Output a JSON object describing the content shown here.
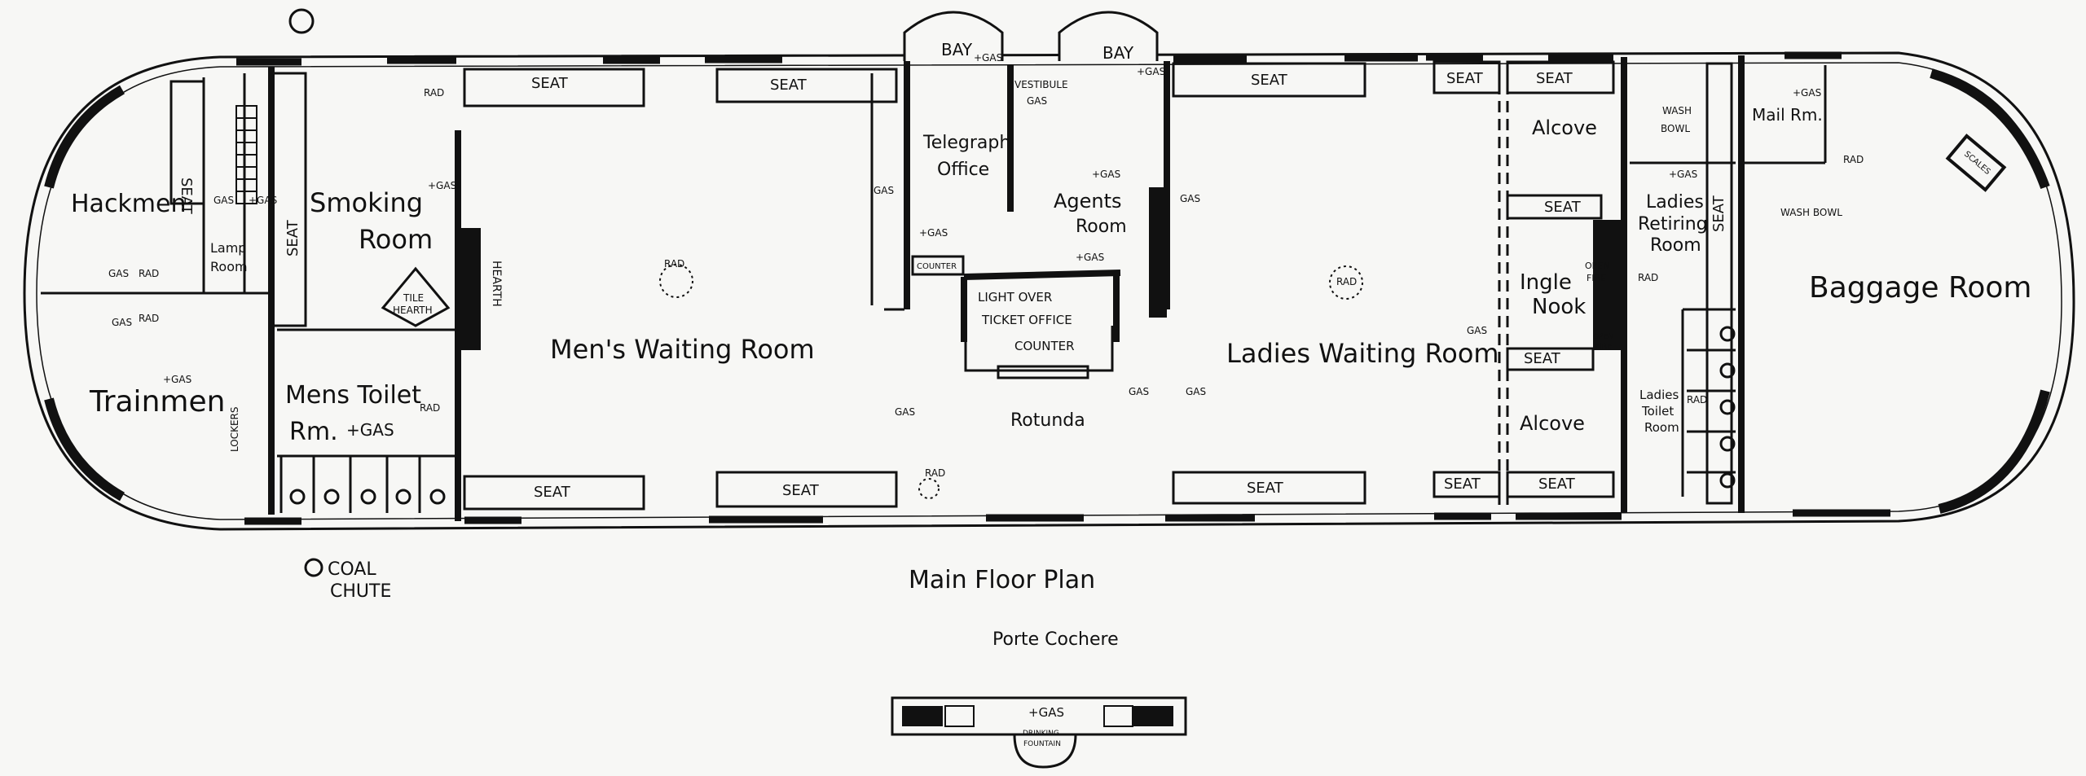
{
  "title": "Main Floor Plan",
  "subtitle": "Porte Cochere",
  "rooms": {
    "hackmen": "Hackmen",
    "trainmen": "Trainmen",
    "lamp_room_1": "Lamp",
    "lamp_room_2": "Room",
    "smoking_room_1": "Smoking",
    "smoking_room_2": "Room",
    "mens_toilet_1": "Mens Toilet",
    "mens_toilet_2": "Rm.",
    "mens_waiting_room": "Men's Waiting Room",
    "telegraph_office_1": "Telegraph",
    "telegraph_office_2": "Office",
    "agents_room_1": "Agents",
    "agents_room_2": "Room",
    "rotunda": "Rotunda",
    "ladies_waiting_room": "Ladies Waiting Room",
    "alcove_top": "Alcove",
    "alcove_bottom": "Alcove",
    "ingle_nook_1": "Ingle",
    "ingle_nook_2": "Nook",
    "ladies_retiring_1": "Ladies",
    "ladies_retiring_2": "Retiring",
    "ladies_retiring_3": "Room",
    "ladies_toilet_1": "Ladies",
    "ladies_toilet_2": "Toilet",
    "ladies_toilet_3": "Room",
    "mail_room": "Mail Rm.",
    "baggage_room": "Baggage Room"
  },
  "features": {
    "seat": "SEAT",
    "bay": "BAY",
    "gas": "GAS",
    "plus_gas": "+GAS",
    "rad": "RAD",
    "tile_hearth_1": "TILE",
    "tile_hearth_2": "HEARTH",
    "lockers": "LOCKERS",
    "vestibule": "VESTIBULE",
    "counter": "COUNTER",
    "light_over_1": "LIGHT OVER",
    "light_over_2": "TICKET OFFICE",
    "wash_bowl_1": "WASH",
    "wash_bowl_2": "BOWL",
    "wash_bowl": "WASH BOWL",
    "open_fire_1": "OPEN",
    "open_fire_2": "FIRE",
    "drinking_fountain_1": "DRINKING",
    "drinking_fountain_2": "FOUNTAIN",
    "scales": "SCALES",
    "coal": "COAL",
    "chute": "CHUTE"
  }
}
